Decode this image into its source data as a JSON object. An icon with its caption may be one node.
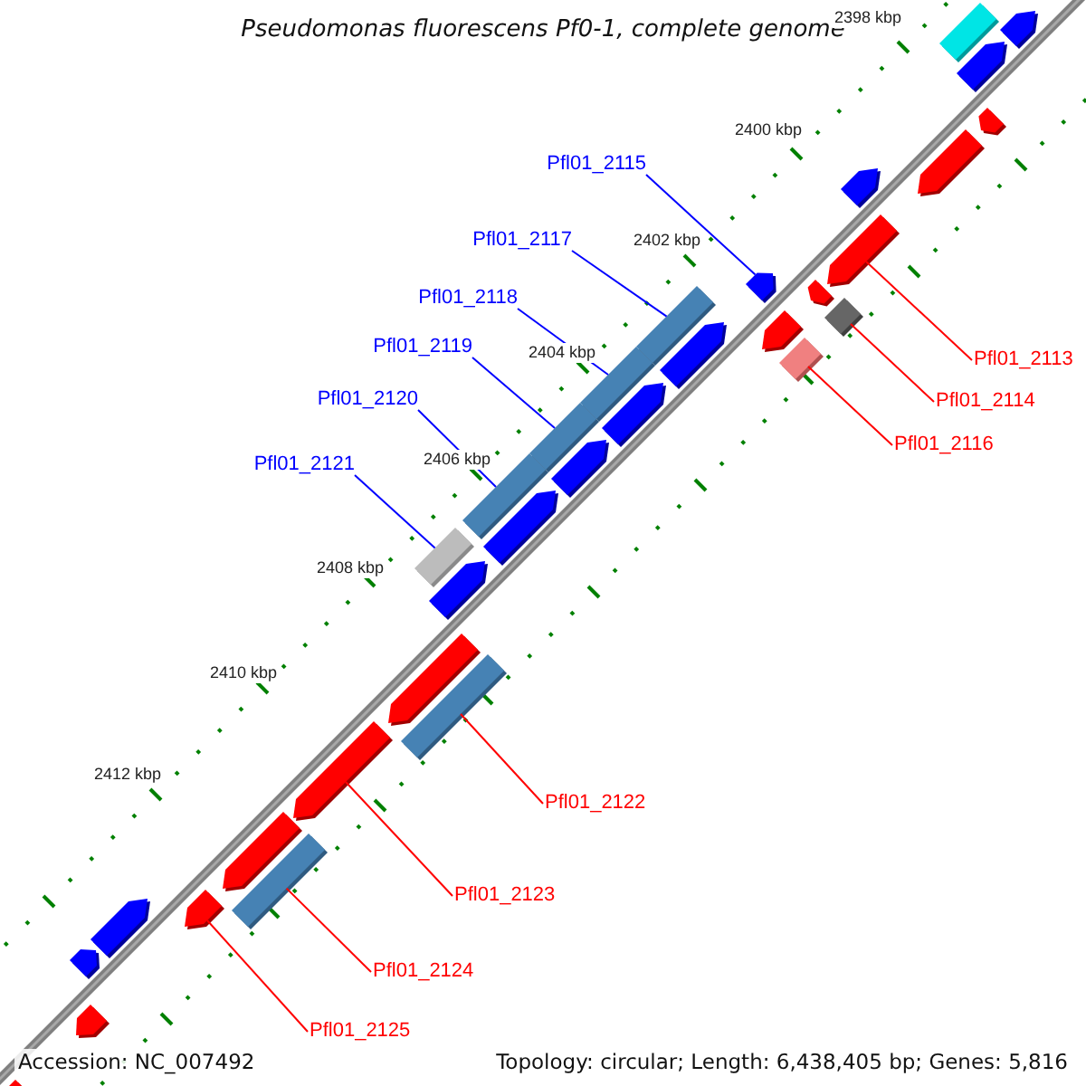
{
  "diagram": {
    "title": "Pseudomonas fluorescens Pf0-1, complete genome",
    "nodes": [
      {
        "text": [
          "Pfl01_2115"
        ]
      },
      {
        "text": [
          "Pfl01_2117"
        ]
      },
      {
        "text": [
          "Pfl01_2113"
        ]
      },
      {
        "text": [
          "Pfl01_2118"
        ]
      },
      {
        "text": [
          "Pfl01_2119"
        ]
      },
      {
        "text": [
          "Pfl01_2114"
        ]
      },
      {
        "text": [
          "Pfl01_2120"
        ]
      },
      {
        "text": [
          "Pfl01_2116"
        ]
      },
      {
        "text": [
          "Pfl01_2121"
        ]
      },
      {
        "text": [
          "Pfl01_2122"
        ]
      },
      {
        "text": [
          "Pfl01_2123"
        ]
      },
      {
        "text": [
          "Pfl01_2124"
        ]
      },
      {
        "text": [
          "Pfl01_2125"
        ]
      },
      {
        "text": [],
        "shape": "bar"
      },
      {
        "text": [],
        "shape": "bar"
      },
      {
        "text": [],
        "shape": "bar"
      },
      {
        "text": [],
        "shape": "bar"
      },
      {
        "text": [],
        "shape": "bar"
      },
      {
        "text": [],
        "shape": "bar"
      },
      {
        "text": [],
        "shape": "bar"
      },
      {
        "text": [],
        "shape": "bar"
      },
      {
        "text": [],
        "shape": "bar"
      },
      {
        "text": [],
        "shape": "bar"
      },
      {
        "text": [],
        "shape": "bar"
      },
      {
        "text": [],
        "shape": "bar"
      },
      {
        "text": [],
        "shape": "bar"
      },
      {
        "text": [],
        "shape": "bar"
      },
      {
        "text": [],
        "shape": "bar"
      },
      {
        "text": [],
        "shape": "bar"
      },
      {
        "text": [],
        "shape": "bar"
      },
      {
        "text": [],
        "shape": "bar"
      },
      {
        "text": [],
        "shape": "bar"
      },
      {
        "text": [],
        "shape": "bar"
      },
      {
        "text": [],
        "shape": "bar"
      },
      {
        "text": [],
        "shape": "bar"
      },
      {
        "text": [],
        "shape": "bar"
      },
      {
        "text": [],
        "shape": "bar"
      },
      {
        "text": [],
        "shape": "bar"
      },
      {
        "text": [],
        "shape": "bar"
      },
      {
        "text": [],
        "shape": "bar"
      },
      {
        "text": [],
        "shape": "bar"
      },
      {
        "text": [],
        "shape": "bar"
      },
      {
        "text": [],
        "shape": "bar"
      },
      {
        "text": [],
        "shape": "bar"
      },
      {
        "text": [],
        "shape": "bar"
      }
    ],
    "edges": [
      {
        "from": 0,
        "to": 22,
        "arrow": "none",
        "color": "#0000ff"
      },
      {
        "from": 1,
        "to": 26,
        "arrow": "none",
        "color": "#0000ff"
      },
      {
        "from": 2,
        "to": 19,
        "arrow": "none"
      },
      {
        "from": 3,
        "to": 28,
        "arrow": "none",
        "color": "#0000ff"
      },
      {
        "from": 4,
        "to": 30,
        "arrow": "none",
        "color": "#0000ff"
      },
      {
        "from": 5,
        "to": 20,
        "arrow": "none"
      },
      {
        "from": 6,
        "to": 32,
        "arrow": "none",
        "color": "#0000ff"
      },
      {
        "from": 7,
        "to": 24,
        "arrow": "none"
      },
      {
        "from": 8,
        "to": 34,
        "arrow": "none",
        "color": "#0000ff"
      },
      {
        "from": 9,
        "to": 36,
        "arrow": "none"
      },
      {
        "from": 10,
        "to": 37,
        "arrow": "none"
      },
      {
        "from": 11,
        "to": 39,
        "arrow": "none"
      },
      {
        "from": 12,
        "to": 40,
        "arrow": "none"
      }
    ],
    "labels": [
      "2398 kbp",
      "2400 kbp",
      "2402 kbp",
      "2404 kbp",
      "2406 kbp",
      "2408 kbp",
      "2410 kbp",
      "2412 kbp",
      "Accession: NC_007492",
      "Topology: circular; Length: 6,438,405 bp; Genes: 5,816"
    ]
  }
}
